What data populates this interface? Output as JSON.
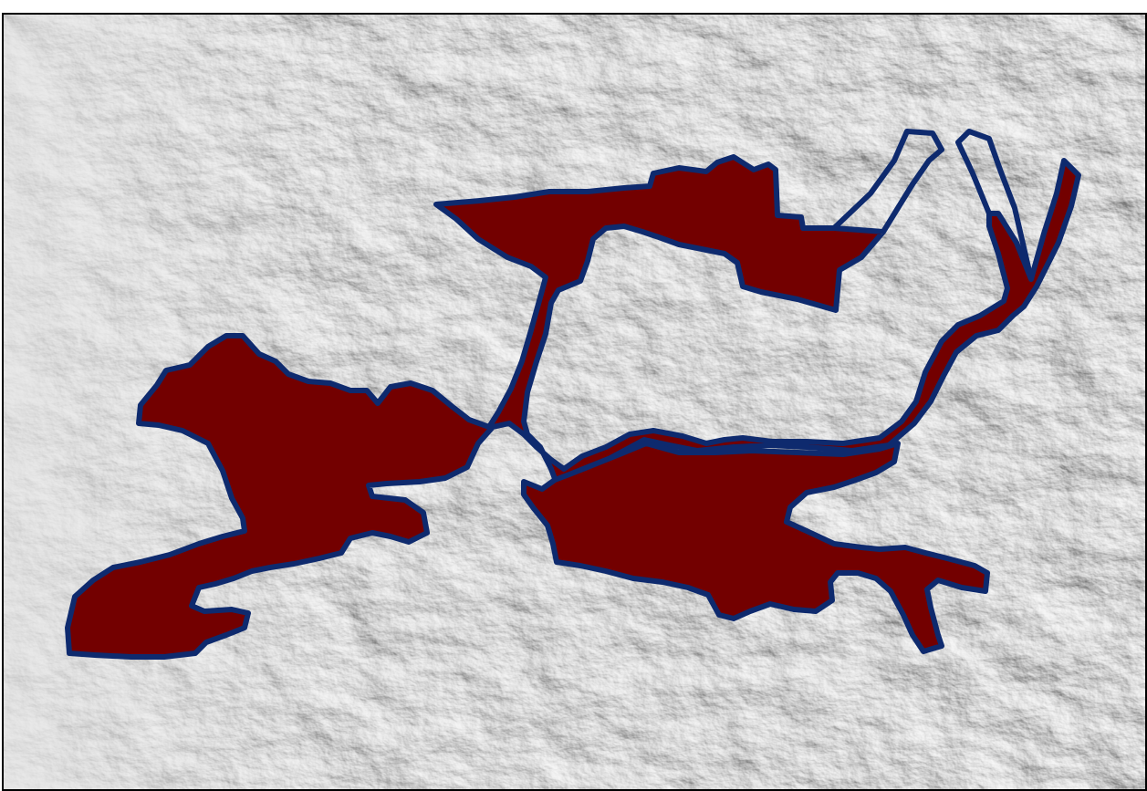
{
  "figure": {
    "caption": ""
  },
  "map": {
    "layers": [
      {
        "name": "hillshade-terrain",
        "type": "raster",
        "visible": true
      },
      {
        "name": "study-area-boundary",
        "type": "polygon",
        "visible": true
      }
    ],
    "colors": {
      "terrain_light": "#e6e6e6",
      "terrain_mid": "#c8c8c8",
      "terrain_shadow": "#9c9c9c",
      "region_fill": "#730000",
      "region_outline": "#0e2a6e",
      "frame": "#000000"
    },
    "legend": {
      "visible": false
    }
  }
}
